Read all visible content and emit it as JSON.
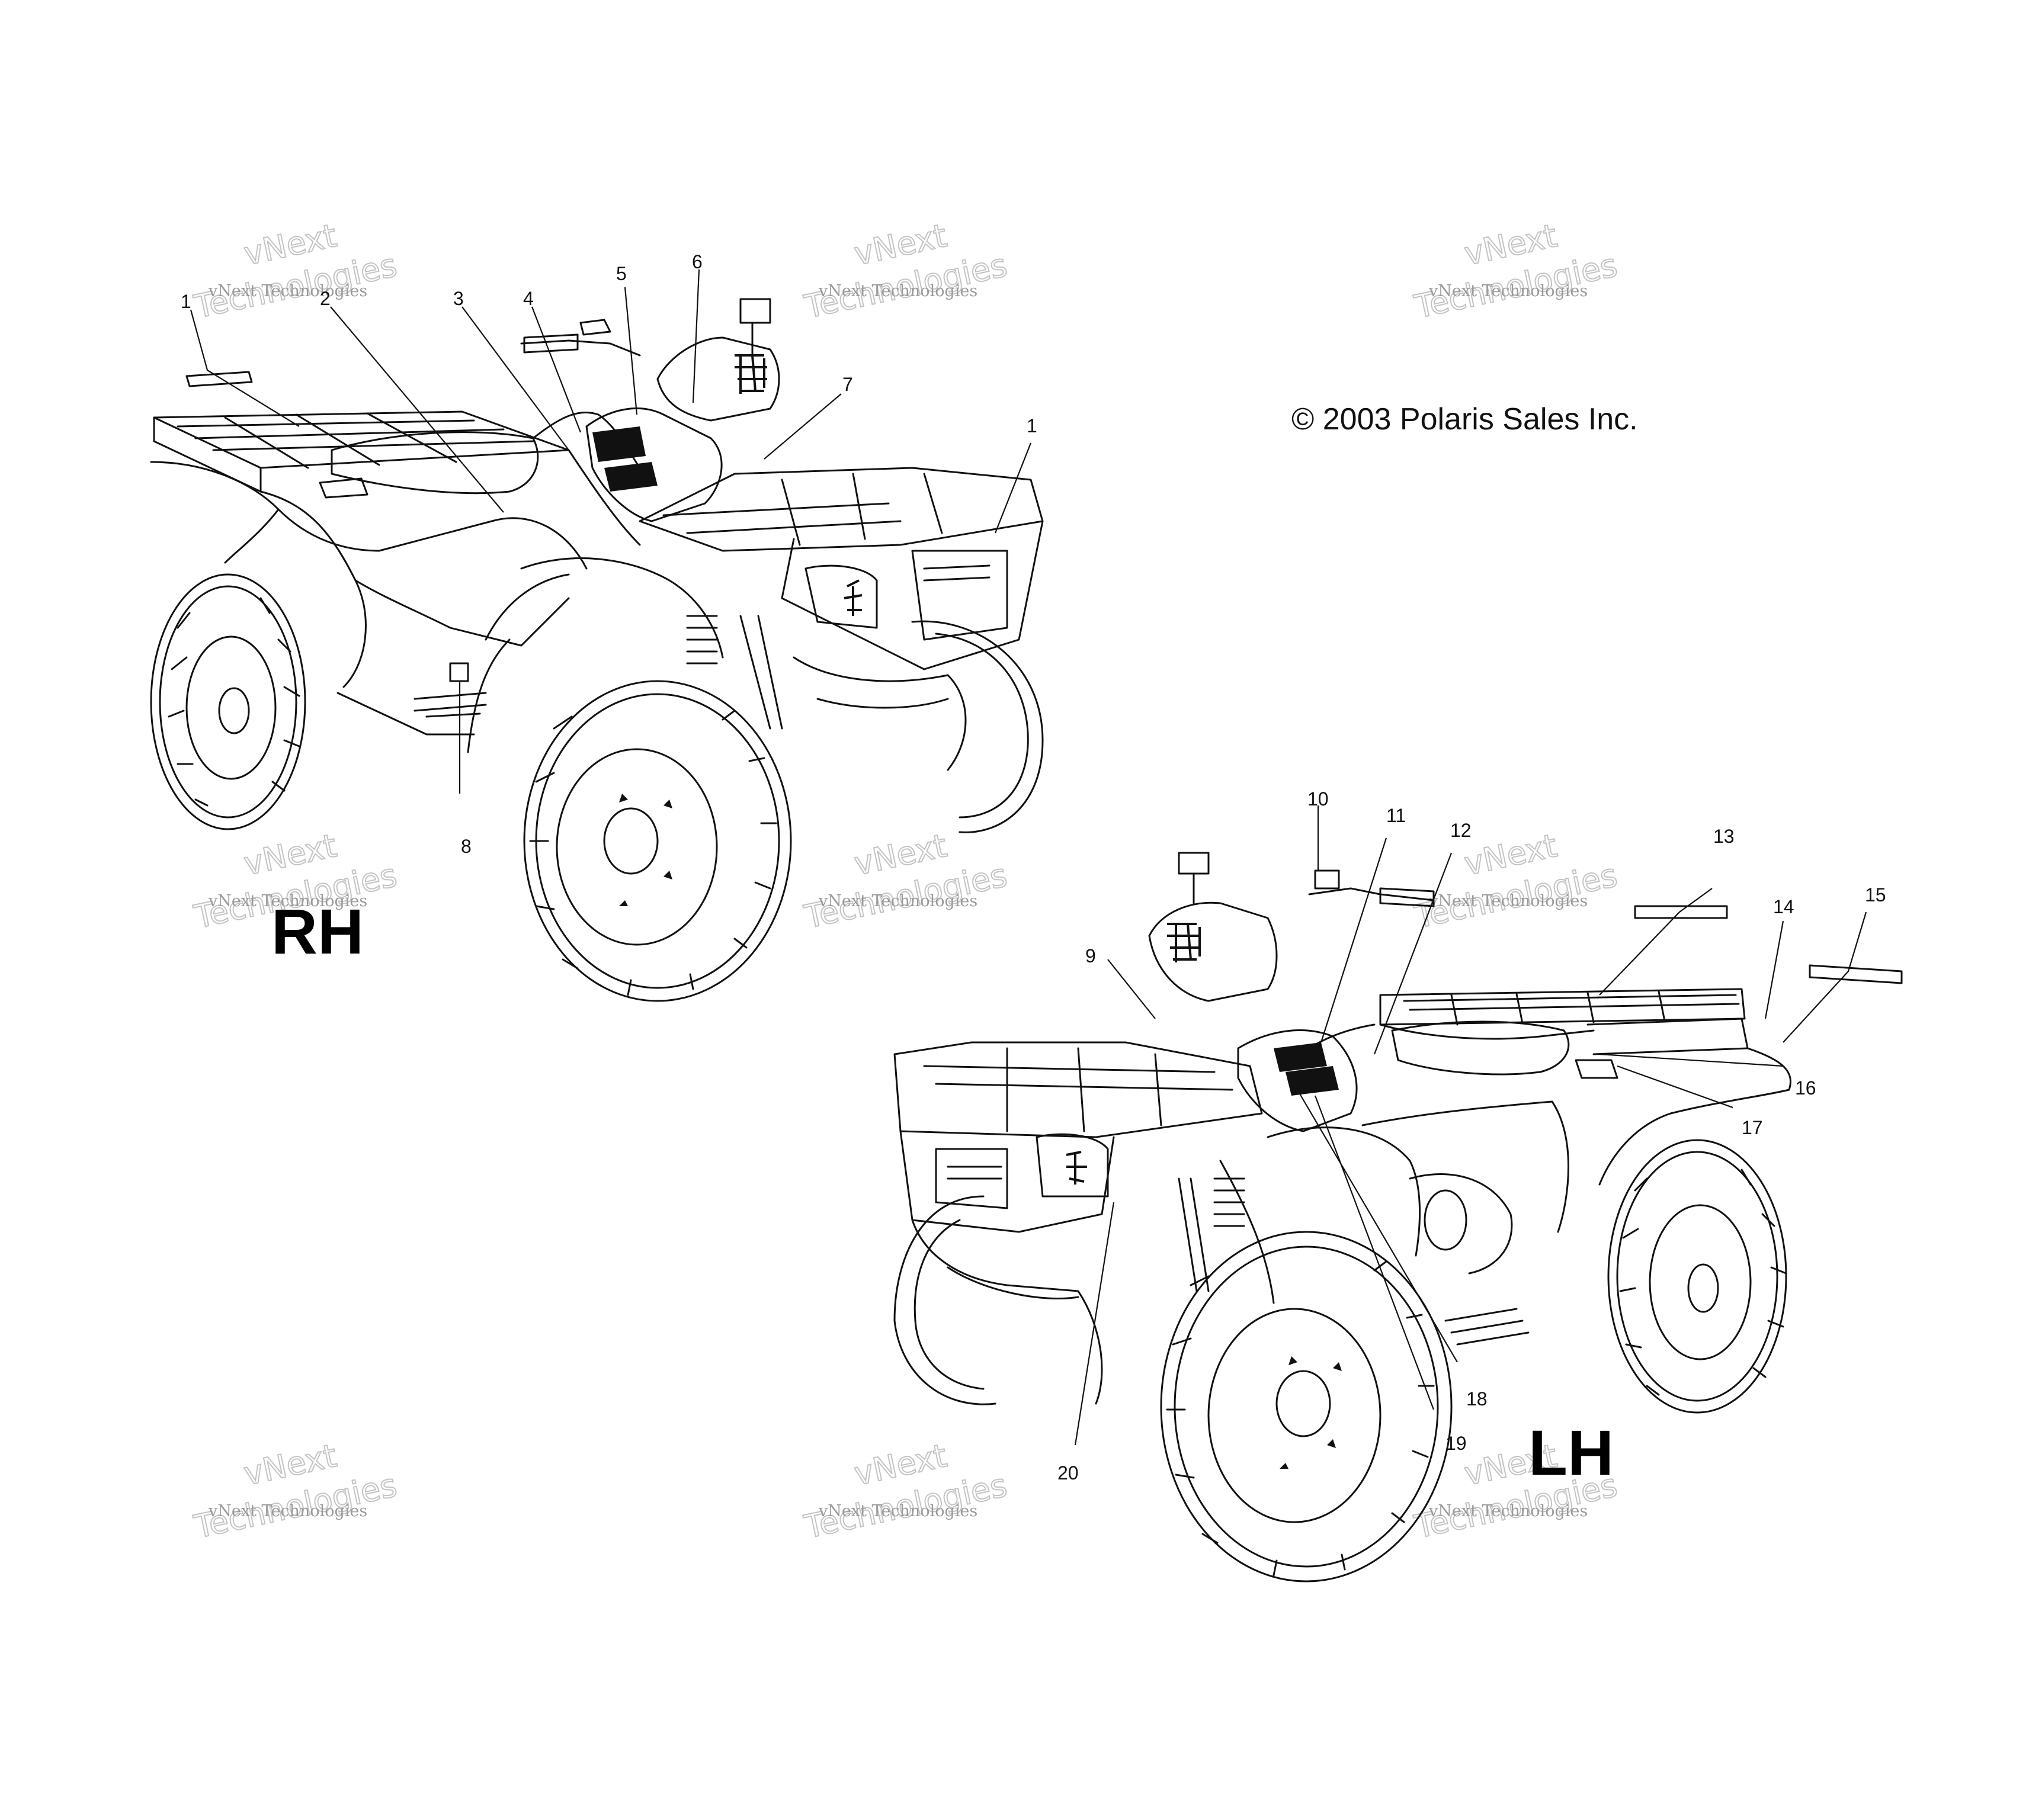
{
  "copyright": "© 2003 Polaris Sales Inc.",
  "views": {
    "rh": {
      "label": "RH"
    },
    "lh": {
      "label": "LH"
    }
  },
  "callouts": {
    "rh": [
      "1",
      "2",
      "3",
      "4",
      "5",
      "6",
      "7",
      "1",
      "8"
    ],
    "lh": [
      "9",
      "10",
      "11",
      "12",
      "13",
      "14",
      "15",
      "16",
      "17",
      "18",
      "19",
      "20"
    ]
  },
  "watermark": {
    "line1": "vNext Technologies",
    "big_a": "vNext",
    "big_b": "Technologies"
  },
  "colors": {
    "line": "#111111",
    "watermark": "#9a9a9a",
    "background": "#ffffff"
  }
}
